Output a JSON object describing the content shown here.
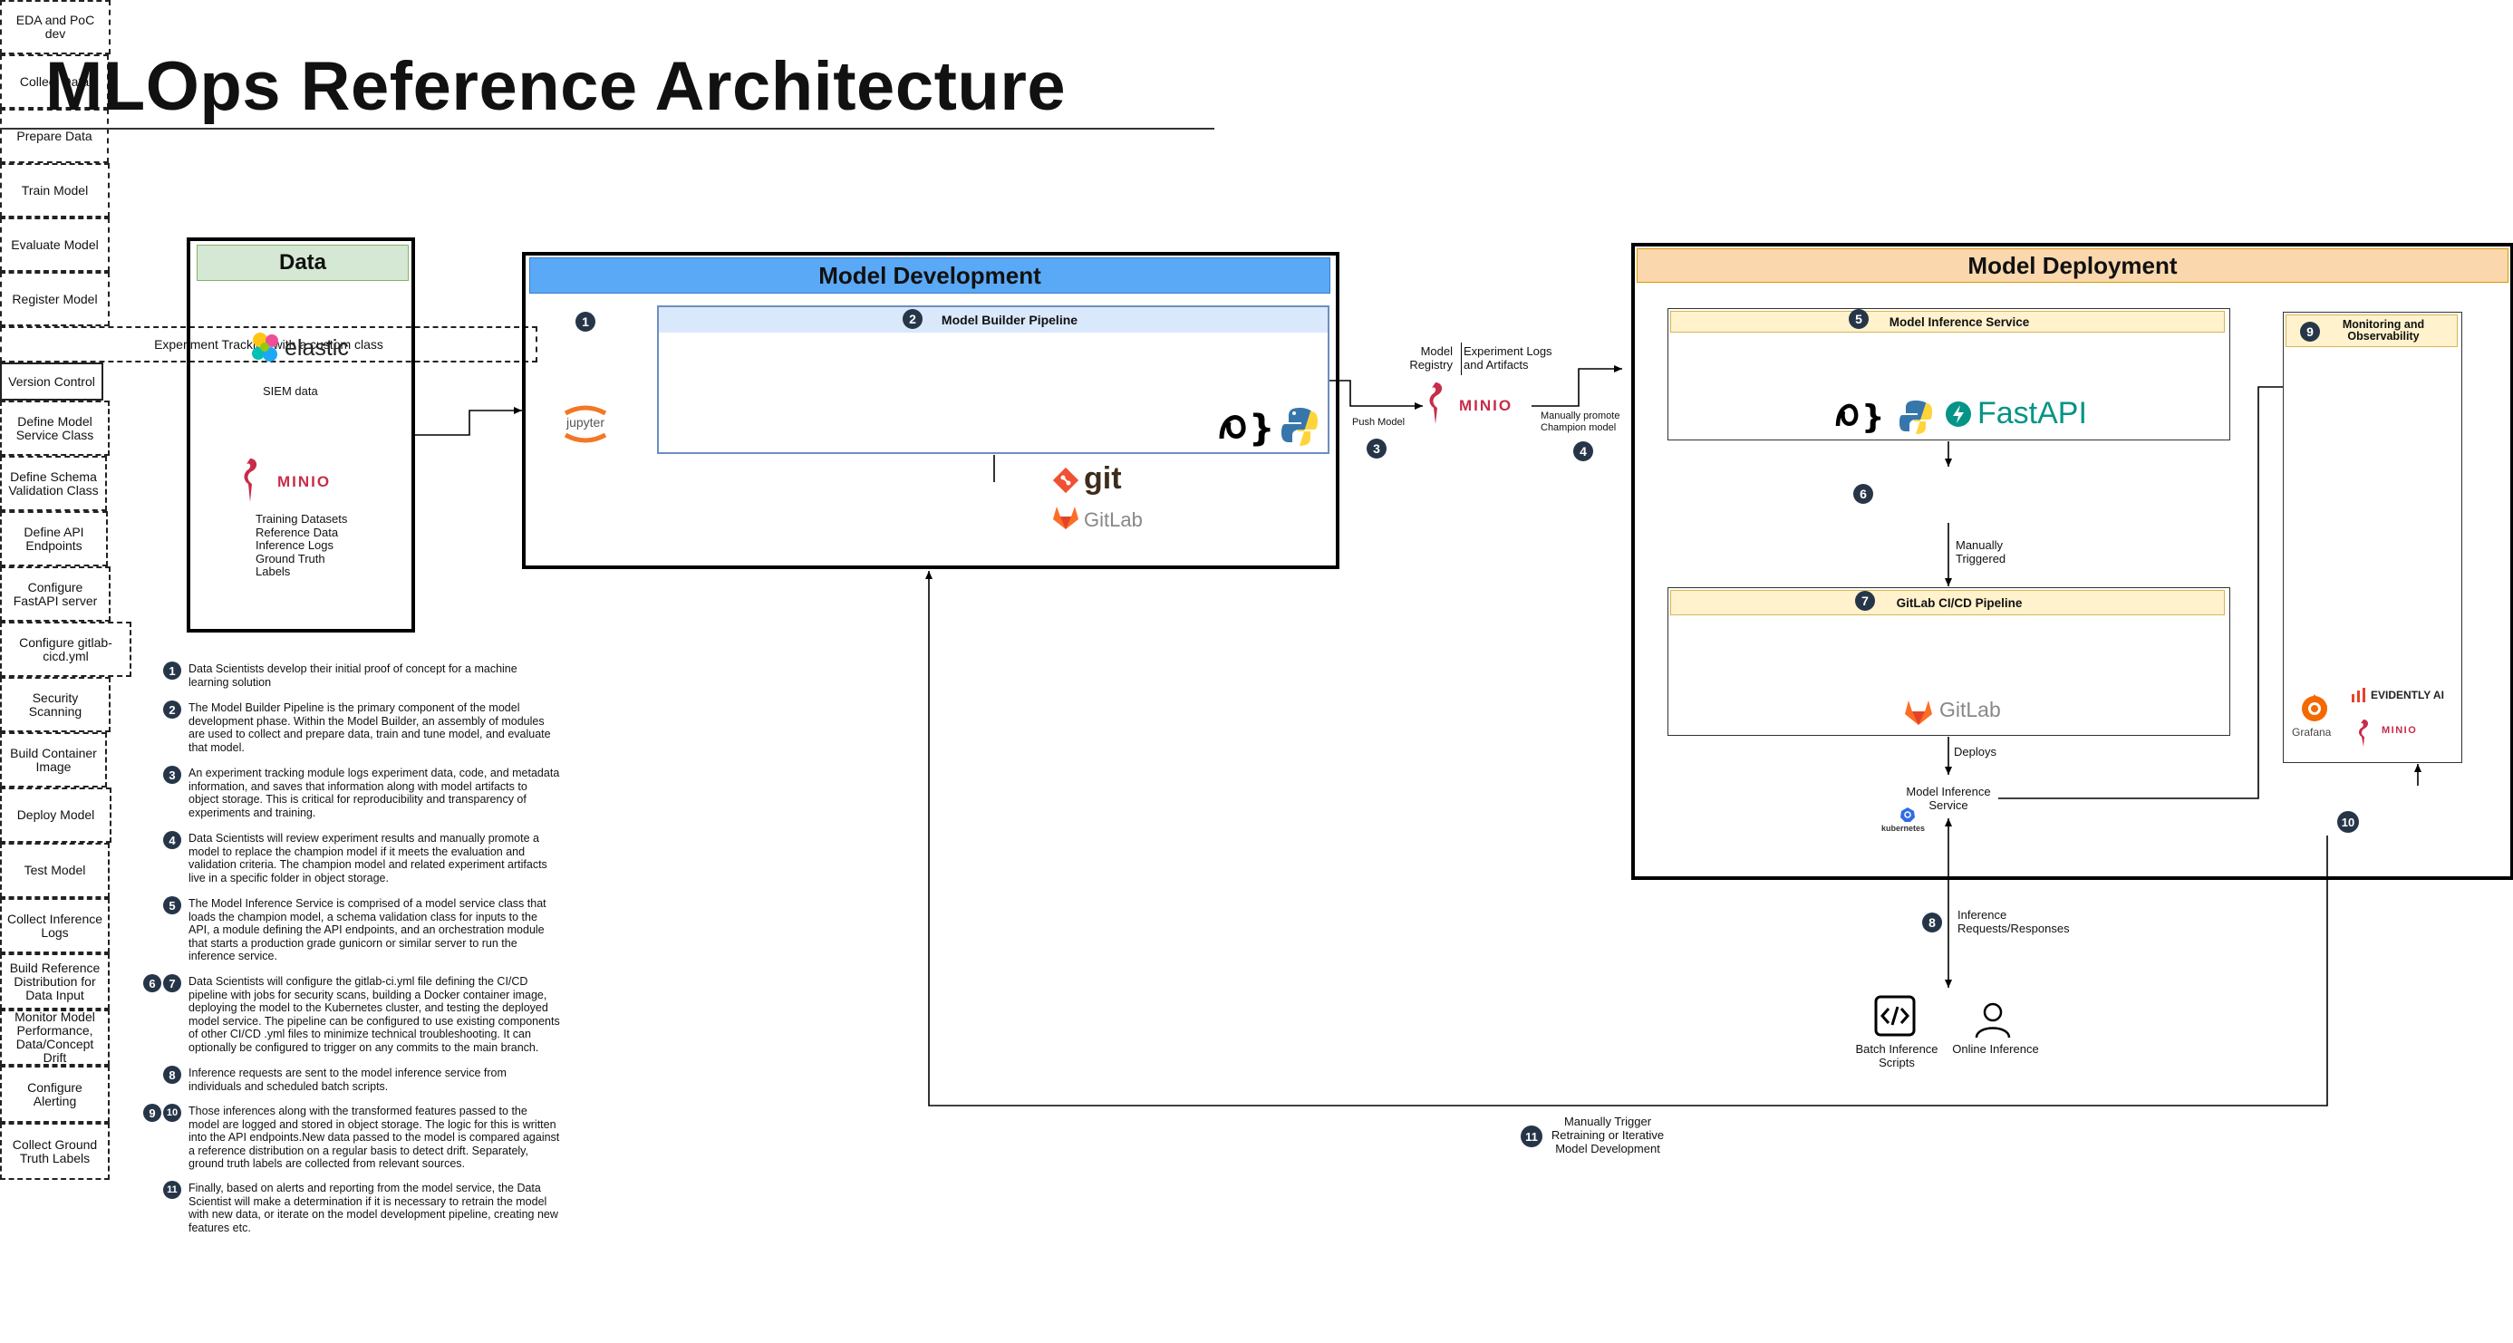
{
  "title": "MLOps Reference Architecture",
  "data_panel": {
    "header": "Data",
    "elastic_label": "elastic",
    "siem_caption": "SIEM data",
    "minio_label": "MINIO",
    "minio_caption_lines": [
      "Training Datasets",
      "Reference Data",
      "Inference Logs",
      "Ground Truth",
      "Labels"
    ]
  },
  "model_development": {
    "header": "Model Development",
    "eda_label": "EDA and PoC dev",
    "jupyter_label": "jupyter",
    "pipeline_header": "Model Builder Pipeline",
    "steps": [
      "Collect Data",
      "Prepare Data",
      "Train Model",
      "Evaluate Model",
      "Register Model"
    ],
    "tracking": "Experiment Tracking with a custom class",
    "version_control": "Version Control",
    "git_label": "git",
    "gitlab_label": "GitLab"
  },
  "registry": {
    "model_registry": "Model Registry",
    "experiment_logs": "Experiment Logs and Artifacts",
    "push_model": "Push Model",
    "minio_label": "MINIO",
    "promote": "Manually promote Champion model"
  },
  "model_deployment": {
    "header": "Model Deployment",
    "inference_service_header": "Model Inference Service",
    "service_steps": [
      "Define Model Service Class",
      "Define Schema Validation Class",
      "Define API Endpoints",
      "Configure FastAPI server"
    ],
    "fastapi_label": "FastAPI",
    "gitlab_cicd": "Configure gitlab-cicd.yml",
    "manually_triggered": "Manually Triggered",
    "cicd_header": "GitLab CI/CD Pipeline",
    "cicd_steps": [
      "Security Scanning",
      "Build Container Image",
      "Deploy Model",
      "Test Model"
    ],
    "gitlab_label": "GitLab",
    "deploys": "Deploys",
    "inference_service": "Model Inference Service",
    "kubernetes_label": "kubernetes",
    "monitoring_header": "Monitoring and Observability",
    "monitoring_steps": [
      "Collect Inference Logs",
      "Build Reference Distribution for Data Input",
      "Monitor Model Performance, Data/Concept Drift",
      "Configure Alerting"
    ],
    "grafana_label": "Grafana",
    "evidently_label": "EVIDENTLY AI",
    "minio_label": "MINIO",
    "ground_truth": "Collect Ground Truth Labels"
  },
  "consumers": {
    "inference_requests": "Inference Requests/Responses",
    "batch": "Batch Inference Scripts",
    "online": "Online Inference",
    "retrain": "Manually Trigger Retraining or Iterative Model Development"
  },
  "markers": [
    "1",
    "2",
    "3",
    "4",
    "5",
    "6",
    "7",
    "8",
    "9",
    "10",
    "11"
  ],
  "notes": [
    {
      "nums": [
        "1"
      ],
      "text": "Data Scientists develop their initial proof of concept for a machine learning solution"
    },
    {
      "nums": [
        "2"
      ],
      "text": "The Model Builder Pipeline is the primary component of the model development phase. Within the Model Builder, an assembly of modules are used to collect and prepare data, train and tune model, and evaluate that model."
    },
    {
      "nums": [
        "3"
      ],
      "text": "An experiment tracking module logs experiment data, code, and metadata information, and saves that information along with model artifacts to object storage. This is critical for reproducibility and transparency of experiments and training."
    },
    {
      "nums": [
        "4"
      ],
      "text": "Data Scientists will review experiment results and manually promote a model to replace the champion model if it meets the evaluation and validation criteria. The champion model and related experiment artifacts live in a specific folder in object storage."
    },
    {
      "nums": [
        "5"
      ],
      "text": "The Model Inference Service is comprised of a model service class that loads the champion model, a schema validation class for inputs to the API, a module defining the API endpoints, and an orchestration module that starts a production grade gunicorn or similar server to run the inference service."
    },
    {
      "nums": [
        "6",
        "7"
      ],
      "text": "Data Scientists will configure the gitlab-ci.yml file defining the CI/CD pipeline with jobs for security scans, building a Docker container image, deploying the model to the Kubernetes cluster, and testing the deployed model service. The pipeline can be configured to use existing components of other CI/CD .yml files to minimize technical troubleshooting. It can optionally be configured to trigger on any commits to the main branch."
    },
    {
      "nums": [
        "8"
      ],
      "text": "Inference requests are sent to the model inference service from individuals and scheduled batch scripts."
    },
    {
      "nums": [
        "9",
        "10"
      ],
      "text": "Those inferences along with the transformed features passed to the model are logged and stored in object storage. The logic for this is written into the API endpoints.New data passed to the model is compared against a reference distribution on a regular basis to detect drift. Separately, ground truth labels are collected from relevant sources."
    },
    {
      "nums": [
        "11"
      ],
      "text": "Finally, based on alerts and reporting from the model service, the Data Scientist will make a determination if it is necessary to retrain the model with new data, or iterate on the model development pipeline, creating new features etc."
    }
  ],
  "colors": {
    "data_header": "#d5e8d4",
    "dev_header": "#5aa9f6",
    "pipeline_header": "#dae8fc",
    "deploy_header": "#fad7ac",
    "service_header": "#fff2cc",
    "marker": "#263648",
    "minio": "#c72c48",
    "gitlab": "#fc6d26",
    "fastapi": "#059487"
  }
}
